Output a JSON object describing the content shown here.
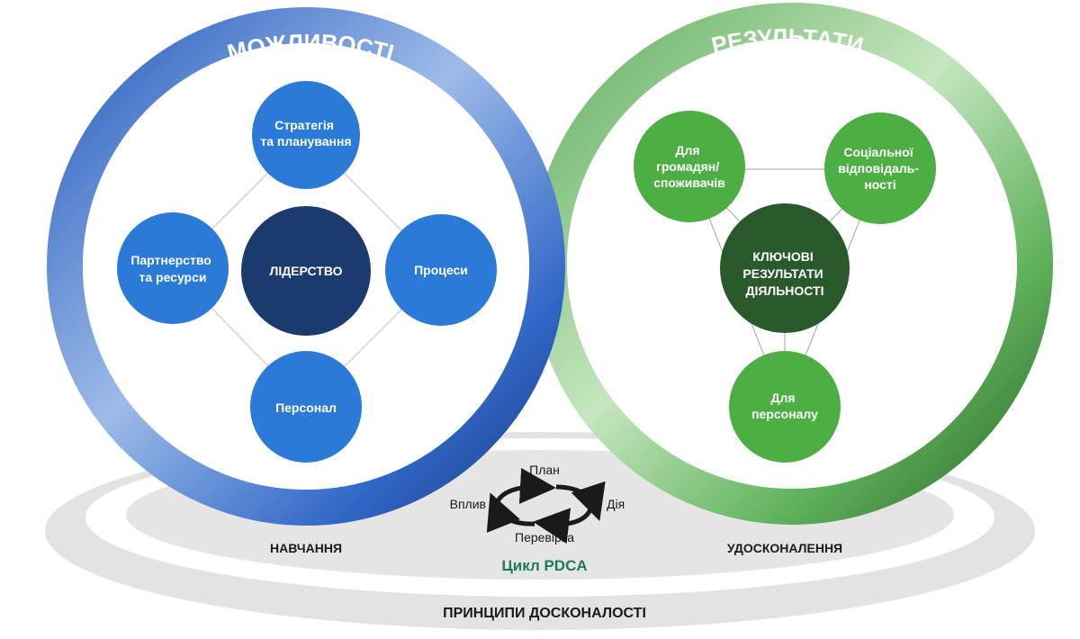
{
  "left_ring": {
    "title": "МОЖЛИВОСТІ",
    "center": "ЛІДЕРСТВО",
    "top": [
      "Стратегія",
      "та планування"
    ],
    "left": [
      "Партнерство",
      "та ресурси"
    ],
    "right": "Процеси",
    "bottom": "Персонал"
  },
  "right_ring": {
    "title": "РЕЗУЛЬТАТИ",
    "center": [
      "КЛЮЧОВІ",
      "РЕЗУЛЬТАТИ",
      "ДІЯЛЬНОСТІ"
    ],
    "top_left": [
      "Для",
      "громадян/",
      "споживачів"
    ],
    "top_right": [
      "Соціальної",
      "відповідаль-",
      "ності"
    ],
    "bottom": [
      "Для",
      "персоналу"
    ]
  },
  "pdca": {
    "plan": "План",
    "act": "Дія",
    "check": "Перевірка",
    "do": "Вплив",
    "title": "Цикл PDCA"
  },
  "base": {
    "left_label": "НАВЧАННЯ",
    "right_label": "УДОСКОНАЛЕННЯ",
    "principles": "ПРИНЦИПИ ДОСКОНАЛОСТІ"
  },
  "colors": {
    "blue_dark": "#1f3f7a",
    "blue_mid": "#2c64c4",
    "blue_light": "#8fb3e6",
    "green_dark": "#2e6a2c",
    "green_mid": "#4caf50",
    "green_light": "#b7ddb0",
    "pdca_title": "#1f7a5a"
  }
}
